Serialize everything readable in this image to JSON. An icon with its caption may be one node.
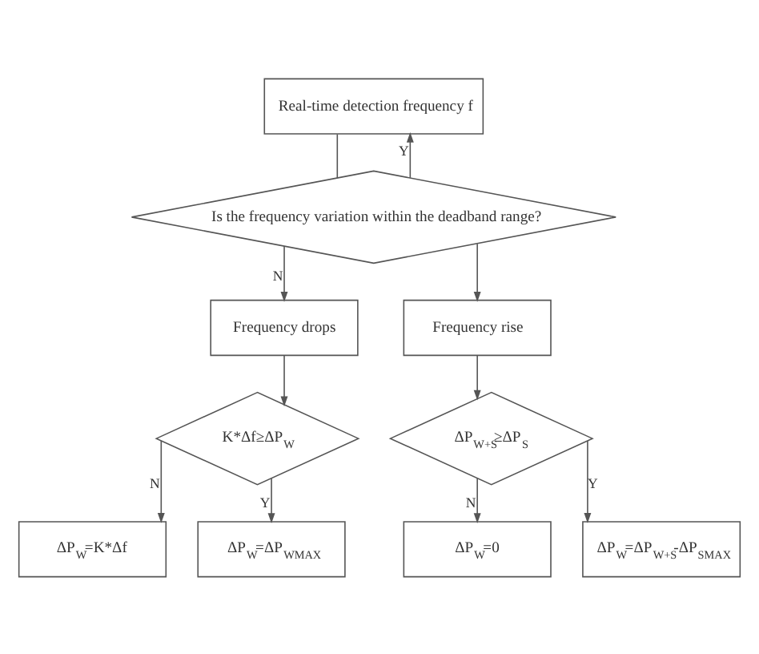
{
  "diagram": {
    "nodes": [
      {
        "text": [
          "Real-time detection frequency f"
        ]
      },
      {
        "text": [
          "Is the frequency variation within the deadband range?"
        ]
      },
      {
        "text": [
          "Frequency drops"
        ]
      },
      {
        "text": [
          "Frequency rise"
        ]
      },
      {
        "text": [
          "K*Δf≥ΔP$_{W}$"
        ]
      },
      {
        "text": [
          "ΔP$_{W+S}$≥ΔP$_{S}$"
        ]
      },
      {
        "text": [
          "ΔP$_{W}$=K*Δf"
        ]
      },
      {
        "text": [
          "ΔP$_{W}$=ΔP$_{WMAX}$"
        ]
      },
      {
        "text": [
          "ΔP$_{W}$=0"
        ]
      },
      {
        "text": [
          "ΔP$_{W}$=ΔP$_{W+S}$-ΔP$_{SMAX}$"
        ]
      }
    ],
    "edges": [
      {
        "from": 0,
        "to": 1,
        "arrow": "none"
      },
      {
        "from": 1,
        "to": 0,
        "arrow": "to",
        "label": "Y"
      },
      {
        "from": 1,
        "to": 2,
        "arrow": "to",
        "label": "N"
      },
      {
        "from": 1,
        "to": 3,
        "arrow": "to"
      },
      {
        "from": 2,
        "to": 4,
        "arrow": "to"
      },
      {
        "from": 3,
        "to": 5,
        "arrow": "to"
      },
      {
        "from": 4,
        "to": 6,
        "arrow": "to",
        "label": "N"
      },
      {
        "from": 4,
        "to": 7,
        "arrow": "to",
        "label": "Y"
      },
      {
        "from": 5,
        "to": 8,
        "arrow": "to",
        "label": "N"
      },
      {
        "from": 5,
        "to": 9,
        "arrow": "to",
        "label": "Y"
      }
    ]
  }
}
